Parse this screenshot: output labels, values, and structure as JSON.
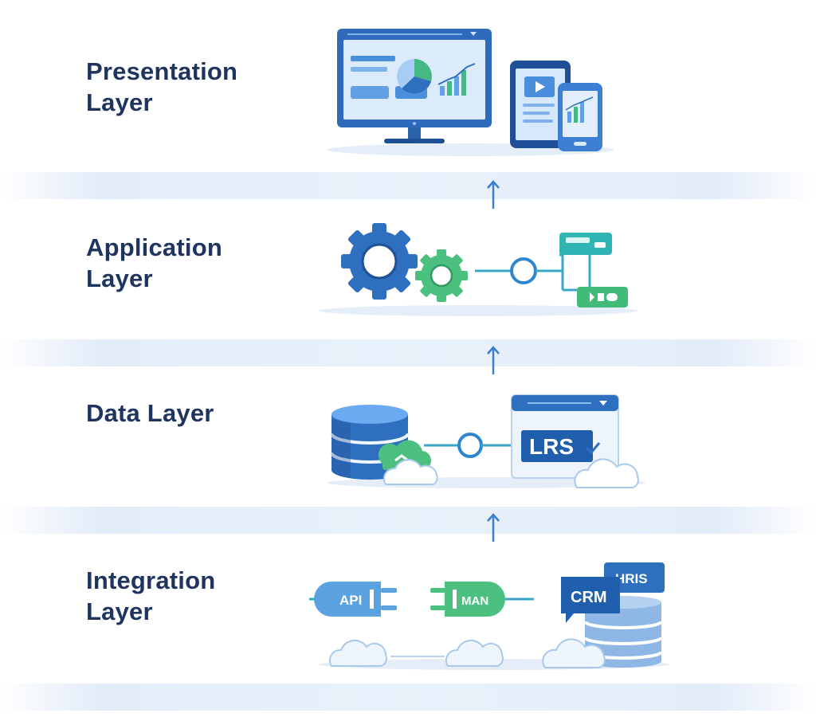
{
  "layers": [
    {
      "title": "Presentation\nLayer"
    },
    {
      "title": "Application\nLayer"
    },
    {
      "title": "Data Layer"
    },
    {
      "title": "Integration\nLayer"
    }
  ],
  "badges": {
    "lrs": "LRS",
    "api": "API",
    "connector": "MAN",
    "crm": "CRM",
    "hris": "HRIS"
  },
  "icons": {
    "presentation": [
      "desktop-monitor-icon",
      "tablet-icon",
      "smartphone-icon"
    ],
    "application": [
      "large-gear-icon",
      "small-gear-icon",
      "workflow-icon"
    ],
    "data": [
      "database-icon",
      "cloud-icon",
      "lrs-window-icon"
    ],
    "integration": [
      "api-plug-icon",
      "connector-plug-icon",
      "crm-hris-database-icon",
      "cloud-icon"
    ]
  },
  "colors": {
    "title_text": "#1f3560",
    "primary_blue": "#2f6fc0",
    "dark_blue": "#1f4f96",
    "light_blue": "#5aa3e0",
    "green": "#4cc07e",
    "teal": "#31b3b0",
    "band": "#e6eef9"
  }
}
